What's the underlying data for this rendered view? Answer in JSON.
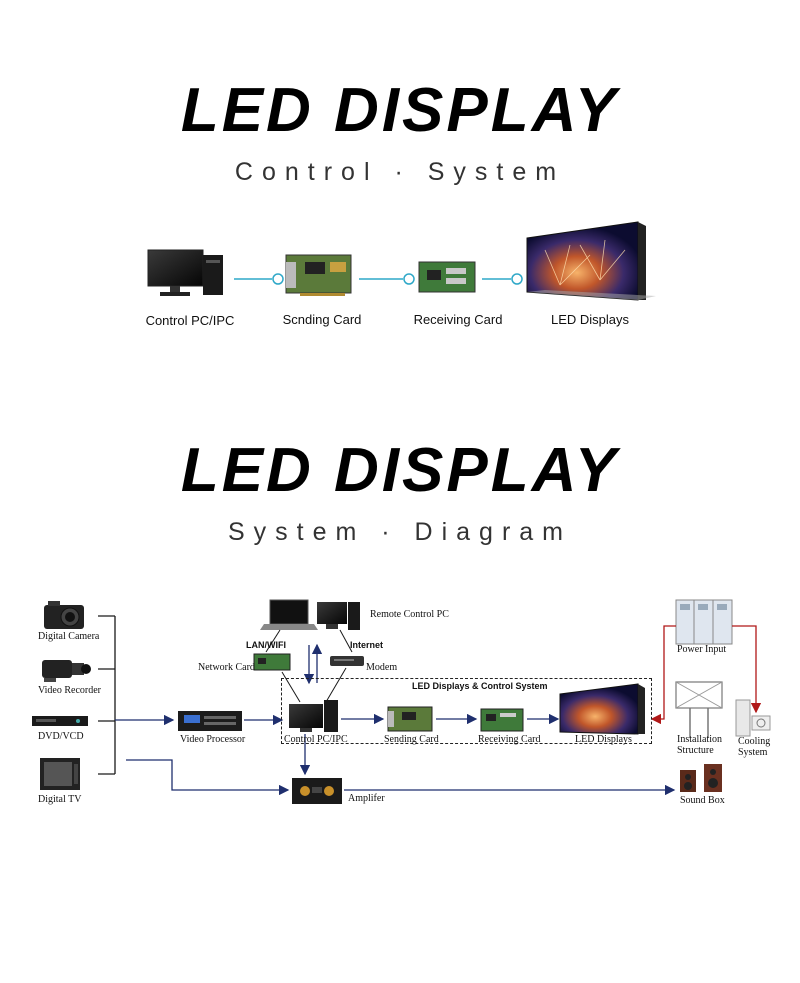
{
  "section1": {
    "title": "LED DISPLAY",
    "subtitle": "Control · System",
    "flow": [
      {
        "label": "Control PC/IPC",
        "icon": "desktop-pc-icon"
      },
      {
        "label": "Scnding Card",
        "icon": "sending-card-icon"
      },
      {
        "label": "Receiving Card",
        "icon": "receiving-card-icon"
      },
      {
        "label": "LED Displays",
        "icon": "led-screen-icon"
      }
    ],
    "connector_color": "#2fa8c8"
  },
  "section2": {
    "title": "LED DISPLAY",
    "subtitle": "System · Diagram",
    "sources": [
      {
        "label": "Digital Camera",
        "icon": "camera-icon"
      },
      {
        "label": "Video Recorder",
        "icon": "camcorder-icon"
      },
      {
        "label": "DVD/VCD",
        "icon": "dvd-player-icon"
      },
      {
        "label": "Digital TV",
        "icon": "tv-icon"
      }
    ],
    "video_processor": "Video Processor",
    "remote_pc": "Remote Control PC",
    "lan_wifi": "LAN/WIFI",
    "internet": "Internet",
    "network_card": "Network Card",
    "modem": "Modem",
    "system_box_title": "LED Displays & Control System",
    "control_pc": "Control PC/IPC",
    "sending_card": "Sending Card",
    "receiving_card": "Receiving Card",
    "led_displays": "LED Displays",
    "power_input": "Power Input",
    "installation": "Installation Structure",
    "cooling": "Cooling System",
    "amplifier": "Amplifer",
    "sound_box": "Sound Box",
    "arrow_color": "#1f2f6e",
    "power_arrow_color": "#b01818"
  }
}
